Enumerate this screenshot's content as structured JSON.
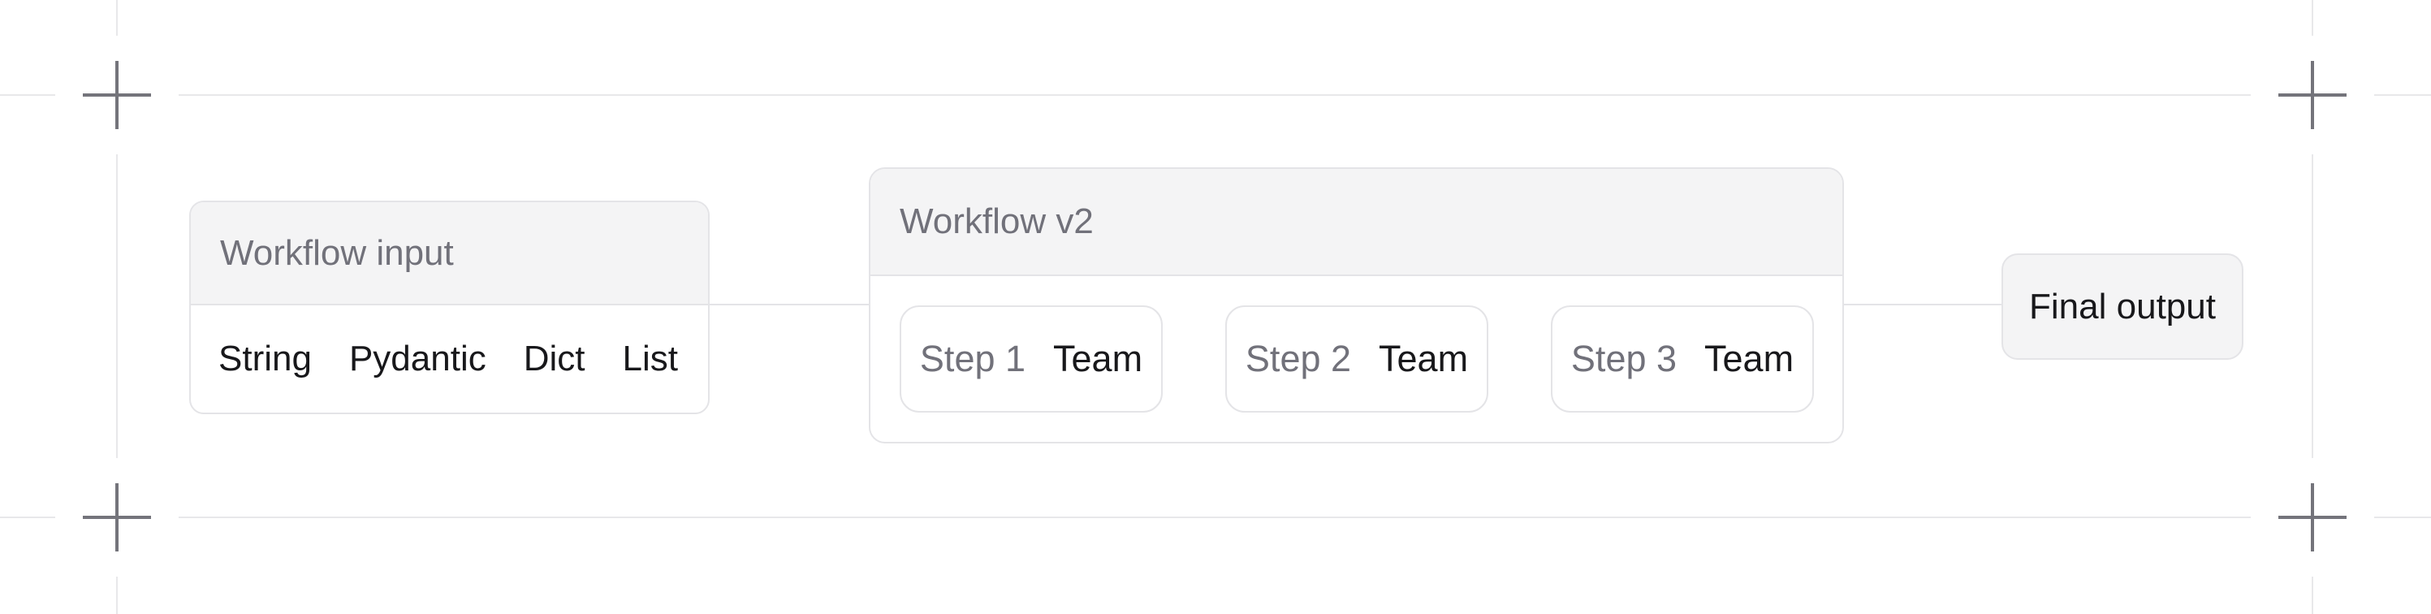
{
  "colors": {
    "background": "#ffffff",
    "guide_line": "#e8e8ea",
    "crop_mark": "#74747b",
    "node_border": "#e4e4e7",
    "node_header_bg": "#f4f4f5",
    "final_output_bg": "#f4f4f5",
    "muted_text": "#71717a",
    "dark_text": "#18181b"
  },
  "nodes": {
    "workflow_input": {
      "title": "Workflow input",
      "items": [
        "String",
        "Pydantic",
        "Dict",
        "List"
      ]
    },
    "workflow_v2": {
      "title": "Workflow v2",
      "steps": [
        {
          "label": "Step 1",
          "type": "Team"
        },
        {
          "label": "Step 2",
          "type": "Team"
        },
        {
          "label": "Step 3",
          "type": "Team"
        }
      ]
    },
    "final_output": {
      "label": "Final output"
    }
  }
}
